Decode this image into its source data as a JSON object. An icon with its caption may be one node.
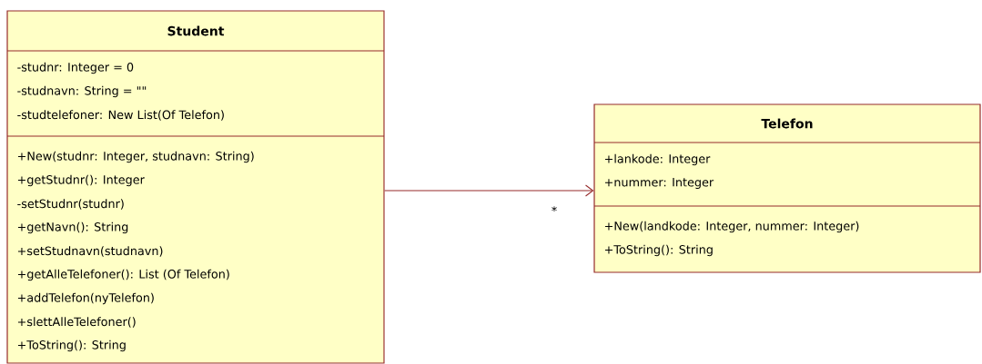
{
  "diagram": {
    "nodes": [
      {
        "text": [
          "Student",
          "-studnr: Integer = 0",
          "-studnavn: String = \"\"",
          "-studtelefoner: New List(Of Telefon)",
          "+New(studnr: Integer, studnavn: String)",
          "+getStudnr(): Integer",
          "-setStudnr(studnr)",
          "+getNavn(): String",
          "+setStudnavn(studnavn)",
          "+getAlleTelefoner(): List (Of Telefon)",
          "+addTelefon(nyTelefon)",
          "+slettAlleTelefoner()",
          "+ToString(): String"
        ]
      },
      {
        "text": [
          "Telefon",
          "+lankode: Integer",
          "+nummer: Integer",
          "+New(landkode: Integer, nummer: Integer)",
          "+ToString(): String"
        ]
      }
    ],
    "edges": [
      {
        "from": 0,
        "to": 1,
        "arrow": "to",
        "label": "*"
      }
    ]
  }
}
